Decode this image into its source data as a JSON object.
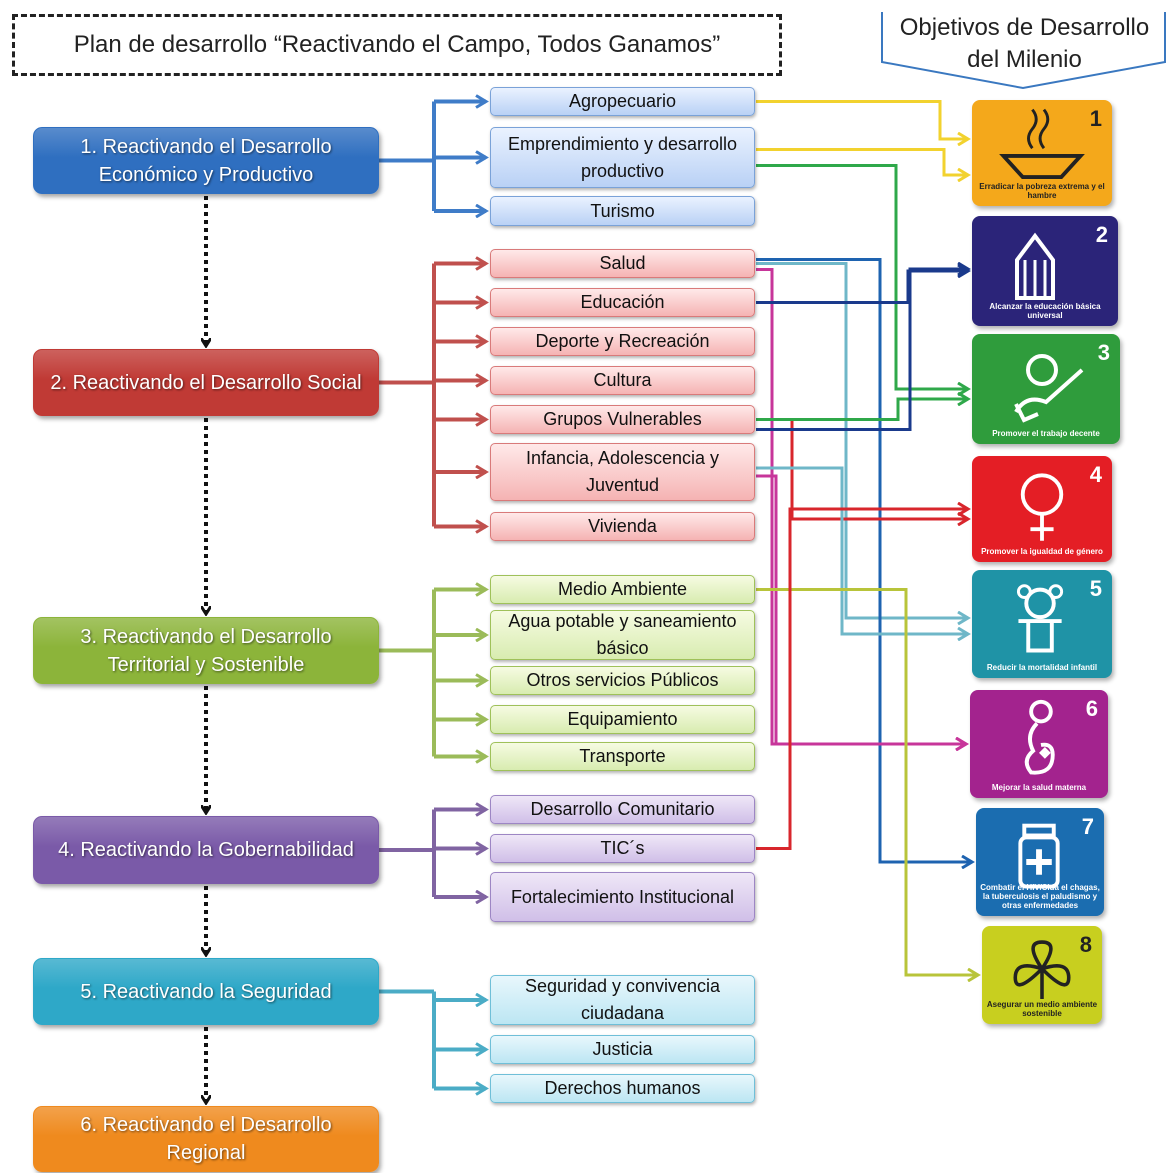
{
  "header": {
    "plan_title": "Plan de desarrollo “Reactivando el Campo, Todos Ganamos”",
    "mdg_title": "Objetivos de Desarrollo del Milenio"
  },
  "axes": [
    {
      "label": "1. Reactivando el Desarrollo Económico y Productivo",
      "color": "#2f6fc0"
    },
    {
      "label": "2. Reactivando el Desarrollo Social",
      "color": "#c03a35"
    },
    {
      "label": "3. Reactivando el Desarrollo Territorial y Sostenible",
      "color": "#8cb43a"
    },
    {
      "label": "4. Reactivando la Gobernabilidad",
      "color": "#7a5aa8"
    },
    {
      "label": "5. Reactivando la Seguridad",
      "color": "#2ea8c8"
    },
    {
      "label": "6. Reactivando el Desarrollo Regional",
      "color": "#ef8a1e"
    }
  ],
  "sub_items": [
    {
      "label": "Agropecuario",
      "axis": 0
    },
    {
      "label": "Emprendimiento y desarrollo productivo",
      "axis": 0
    },
    {
      "label": "Turismo",
      "axis": 0
    },
    {
      "label": "Salud",
      "axis": 1
    },
    {
      "label": "Educación",
      "axis": 1
    },
    {
      "label": "Deporte y Recreación",
      "axis": 1
    },
    {
      "label": "Cultura",
      "axis": 1
    },
    {
      "label": "Grupos Vulnerables",
      "axis": 1
    },
    {
      "label": "Infancia, Adolescencia y Juventud",
      "axis": 1
    },
    {
      "label": "Vivienda",
      "axis": 1
    },
    {
      "label": "Medio Ambiente",
      "axis": 2
    },
    {
      "label": "Agua potable y saneamiento básico",
      "axis": 2
    },
    {
      "label": "Otros servicios Públicos",
      "axis": 2
    },
    {
      "label": "Equipamiento",
      "axis": 2
    },
    {
      "label": "Transporte",
      "axis": 2
    },
    {
      "label": "Desarrollo Comunitario",
      "axis": 3
    },
    {
      "label": "TIC´s",
      "axis": 3
    },
    {
      "label": "Fortalecimiento Institucional",
      "axis": 3
    },
    {
      "label": "Seguridad y convivencia ciudadana",
      "axis": 4
    },
    {
      "label": "Justicia",
      "axis": 4
    },
    {
      "label": "Derechos humanos",
      "axis": 4
    }
  ],
  "goals": [
    {
      "number": "1",
      "caption": "Erradicar la pobreza extrema y el hambre",
      "color": "#f4a81b",
      "icon": "bowl-icon"
    },
    {
      "number": "2",
      "caption": "Alcanzar la educación básica universal",
      "color": "#2b2479",
      "icon": "pencil-icon"
    },
    {
      "number": "3",
      "caption": "Promover el trabajo decente",
      "color": "#2f9c3c",
      "icon": "worker-icon"
    },
    {
      "number": "4",
      "caption": "Promover la igualdad de género",
      "color": "#e41e25",
      "icon": "female-symbol-icon"
    },
    {
      "number": "5",
      "caption": "Reducir la mortalidad infantil",
      "color": "#1f93a6",
      "icon": "teddy-bear-icon"
    },
    {
      "number": "6",
      "caption": "Mejorar la salud materna",
      "color": "#a3238e",
      "icon": "pregnant-woman-icon"
    },
    {
      "number": "7",
      "caption": "Combatir el HIV/Sida el chagas, la tuberculosis el paludismo y otras enfermedades",
      "color": "#1b6db0",
      "icon": "medicine-jar-icon"
    },
    {
      "number": "8",
      "caption": "Asegurar un medio ambiente sostenible",
      "color": "#c8cf1f",
      "icon": "flower-icon"
    }
  ],
  "connections": [
    {
      "from": "Agropecuario",
      "to": "1",
      "color": "#f2d22e"
    },
    {
      "from": "Emprendimiento y desarrollo productivo",
      "to": "1",
      "color": "#f2d22e"
    },
    {
      "from": "Emprendimiento y desarrollo productivo",
      "to": "3",
      "color": "#2fa84a"
    },
    {
      "from": "Salud",
      "to": "5",
      "color": "#6fb7c8"
    },
    {
      "from": "Salud",
      "to": "7",
      "color": "#1e63b0"
    },
    {
      "from": "Salud",
      "to": "6",
      "color": "#c7359a"
    },
    {
      "from": "Educación",
      "to": "2",
      "color": "#1a3a8c"
    },
    {
      "from": "Grupos Vulnerables",
      "to": "4",
      "color": "#d8262c"
    },
    {
      "from": "Grupos Vulnerables",
      "to": "3",
      "color": "#2fa84a"
    },
    {
      "from": "Grupos Vulnerables",
      "to": "2",
      "color": "#1a3a8c"
    },
    {
      "from": "Infancia, Adolescencia y Juventud",
      "to": "5",
      "color": "#6fb7c8"
    },
    {
      "from": "Infancia, Adolescencia y Juventud",
      "to": "6",
      "color": "#c7359a"
    },
    {
      "from": "Medio Ambiente",
      "to": "8",
      "color": "#b8c43a"
    },
    {
      "from": "TIC´s",
      "to": "4",
      "color": "#d8262c"
    }
  ]
}
